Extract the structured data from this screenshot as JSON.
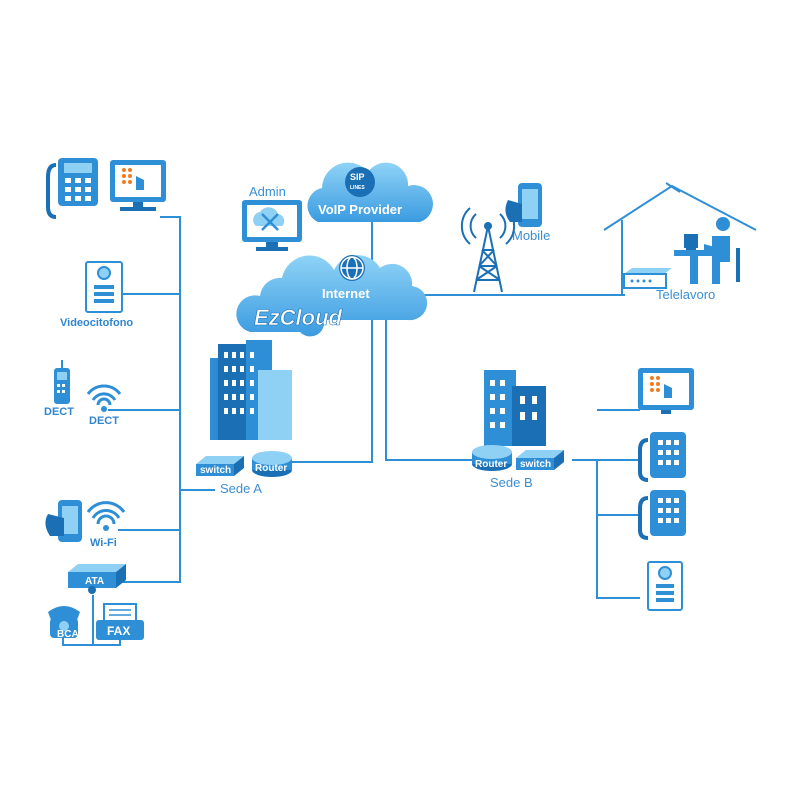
{
  "labels": {
    "admin": "Admin",
    "voip_provider": "VoIP Provider",
    "sip_badge_top": "SIP",
    "sip_badge_bottom": "LINES",
    "internet": "Internet",
    "ezcloud": "EzCloud",
    "mobile": "Mobile",
    "telelavoro": "Telelavoro",
    "videocitofono": "Videocitofono",
    "dect_handset": "DECT",
    "dect_wireless": "DECT",
    "wifi": "Wi-Fi",
    "ata": "ATA",
    "bca": "BCA",
    "fax": "FAX",
    "sede_a": "Sede A",
    "sede_b": "Sede B",
    "switch_a": "switch",
    "router_a": "Router",
    "router_b": "Router",
    "switch_b": "switch"
  },
  "colors": {
    "primary": "#2f8fd6",
    "dark": "#1b6fb5",
    "light": "#8fd0f5",
    "text": "#3a8fd4"
  }
}
